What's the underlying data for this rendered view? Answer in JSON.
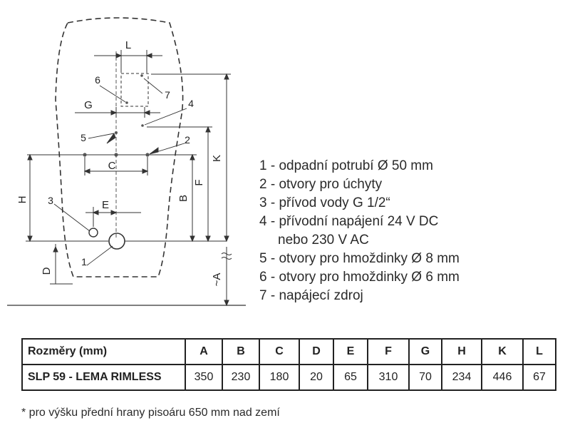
{
  "diagram": {
    "dimension_labels": {
      "L": "L",
      "G": "G",
      "C": "C",
      "H": "H",
      "E": "E",
      "D": "D",
      "B": "B",
      "F": "F",
      "K": "K",
      "A": "~A"
    },
    "callouts": [
      "1",
      "2",
      "3",
      "4",
      "5",
      "6",
      "7"
    ]
  },
  "legend": [
    "1 - odpadní potrubí Ø 50 mm",
    "2 - otvory pro úchyty",
    "3 - přívod vody G 1/2“",
    "4 - přívodní napájení 24 V DC",
    "nebo 230 V AC",
    "5 - otvory pro hmoždinky Ø 8 mm",
    "6 - otvory pro hmoždinky Ø 6 mm",
    "7 - napájecí zdroj"
  ],
  "table": {
    "header": [
      "Rozměry (mm)",
      "A",
      "B",
      "C",
      "D",
      "E",
      "F",
      "G",
      "H",
      "K",
      "L"
    ],
    "rows": [
      [
        "SLP 59 - LEMA RIMLESS",
        "350",
        "230",
        "180",
        "20",
        "65",
        "310",
        "70",
        "234",
        "446",
        "67"
      ]
    ]
  },
  "footnote": "* pro výšku přední hrany pisoáru 650 mm nad zemí"
}
